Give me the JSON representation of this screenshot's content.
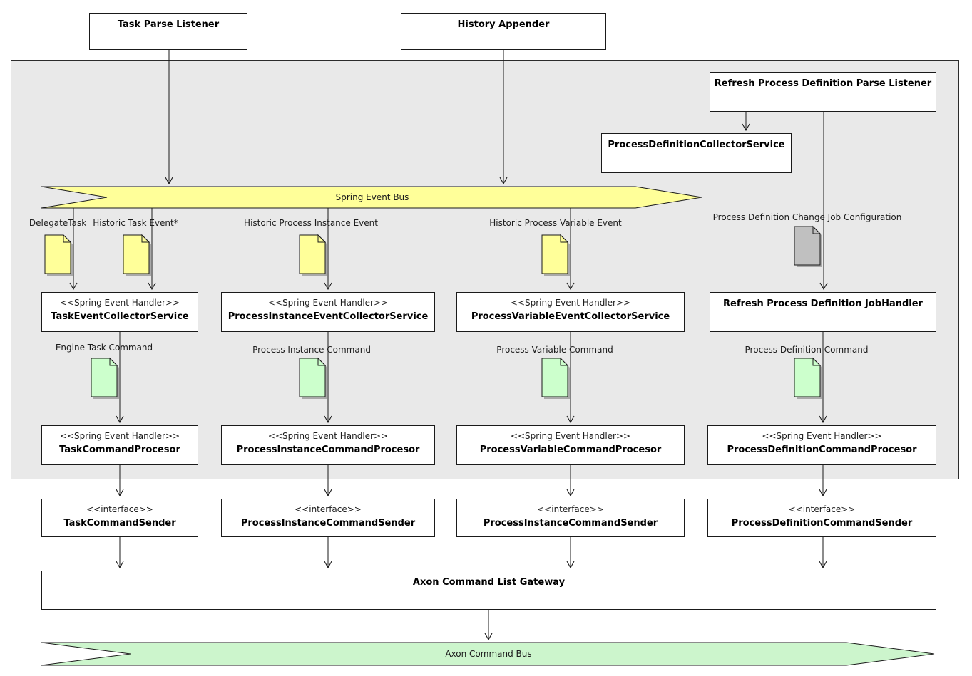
{
  "colors": {
    "container_fill": "#e9e9e9",
    "note_yellow": "#ffff99",
    "note_green": "#ccffcc",
    "note_gray": "#c0c0c0",
    "bus_yellow": "#ffff99",
    "bus_green": "#ccf5cc",
    "shadow": "#a9a9a9"
  },
  "external": {
    "task_parse_listener": "Task Parse Listener",
    "history_appender": "History Appender"
  },
  "engine": {
    "refresh_parse_listener": "Refresh Process Definition Parse Listener",
    "process_definition_collector": "ProcessDefinitionCollectorService",
    "spring_event_bus": "Spring Event Bus",
    "event_notes": [
      {
        "label": "DelegateTask"
      },
      {
        "label": "Historic Task Event*"
      },
      {
        "label": "Historic Process Instance Event"
      },
      {
        "label": "Historic Process Variable Event"
      },
      {
        "label": "Process Definition Change Job Configuration"
      }
    ],
    "collectors": [
      {
        "stereotype": "<<Spring Event Handler>>",
        "name": "TaskEventCollectorService"
      },
      {
        "stereotype": "<<Spring Event Handler>>",
        "name": "ProcessInstanceEventCollectorService"
      },
      {
        "stereotype": "<<Spring Event Handler>>",
        "name": "ProcessVariableEventCollectorService"
      },
      {
        "name": "Refresh Process Definition JobHandler"
      }
    ],
    "command_notes": [
      {
        "label": "Engine Task Command"
      },
      {
        "label": "Process Instance Command"
      },
      {
        "label": "Process Variable Command"
      },
      {
        "label": "Process Definition Command"
      }
    ],
    "processors": [
      {
        "stereotype": "<<Spring Event Handler>>",
        "name": "TaskCommandProcesor"
      },
      {
        "stereotype": "<<Spring Event Handler>>",
        "name": "ProcessInstanceCommandProcesor"
      },
      {
        "stereotype": "<<Spring Event Handler>>",
        "name": "ProcessVariableCommandProcesor"
      },
      {
        "stereotype": "<<Spring Event Handler>>",
        "name": "ProcessDefinitionCommandProcesor"
      }
    ]
  },
  "senders": [
    {
      "stereotype": "<<interface>>",
      "name": "TaskCommandSender"
    },
    {
      "stereotype": "<<interface>>",
      "name": "ProcessInstanceCommandSender"
    },
    {
      "stereotype": "<<interface>>",
      "name": "ProcessInstanceCommandSender"
    },
    {
      "stereotype": "<<interface>>",
      "name": "ProcessDefinitionCommandSender"
    }
  ],
  "gateway": "Axon Command List Gateway",
  "axon_command_bus": "Axon Command Bus"
}
